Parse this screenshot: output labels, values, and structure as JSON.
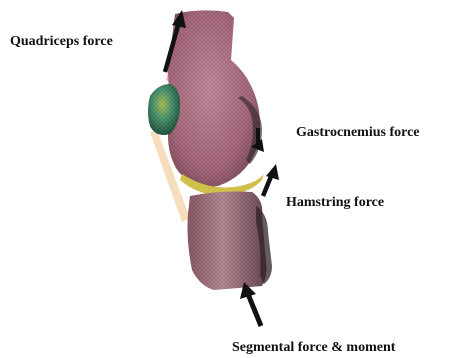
{
  "labels": {
    "quadriceps": "Quadriceps force",
    "gastrocnemius": "Gastrocnemius force",
    "hamstring": "Hamstring force",
    "segmental": "Segmental force & moment"
  },
  "colors": {
    "femur": "#b97a8c",
    "tibia": "#b08890",
    "patella": "#3f8a6a",
    "patellar_tendon": "#f5d9b5",
    "quad_tendon": "#e8a8d8",
    "meniscus": "#cfc04a",
    "arrow": "#111111"
  }
}
